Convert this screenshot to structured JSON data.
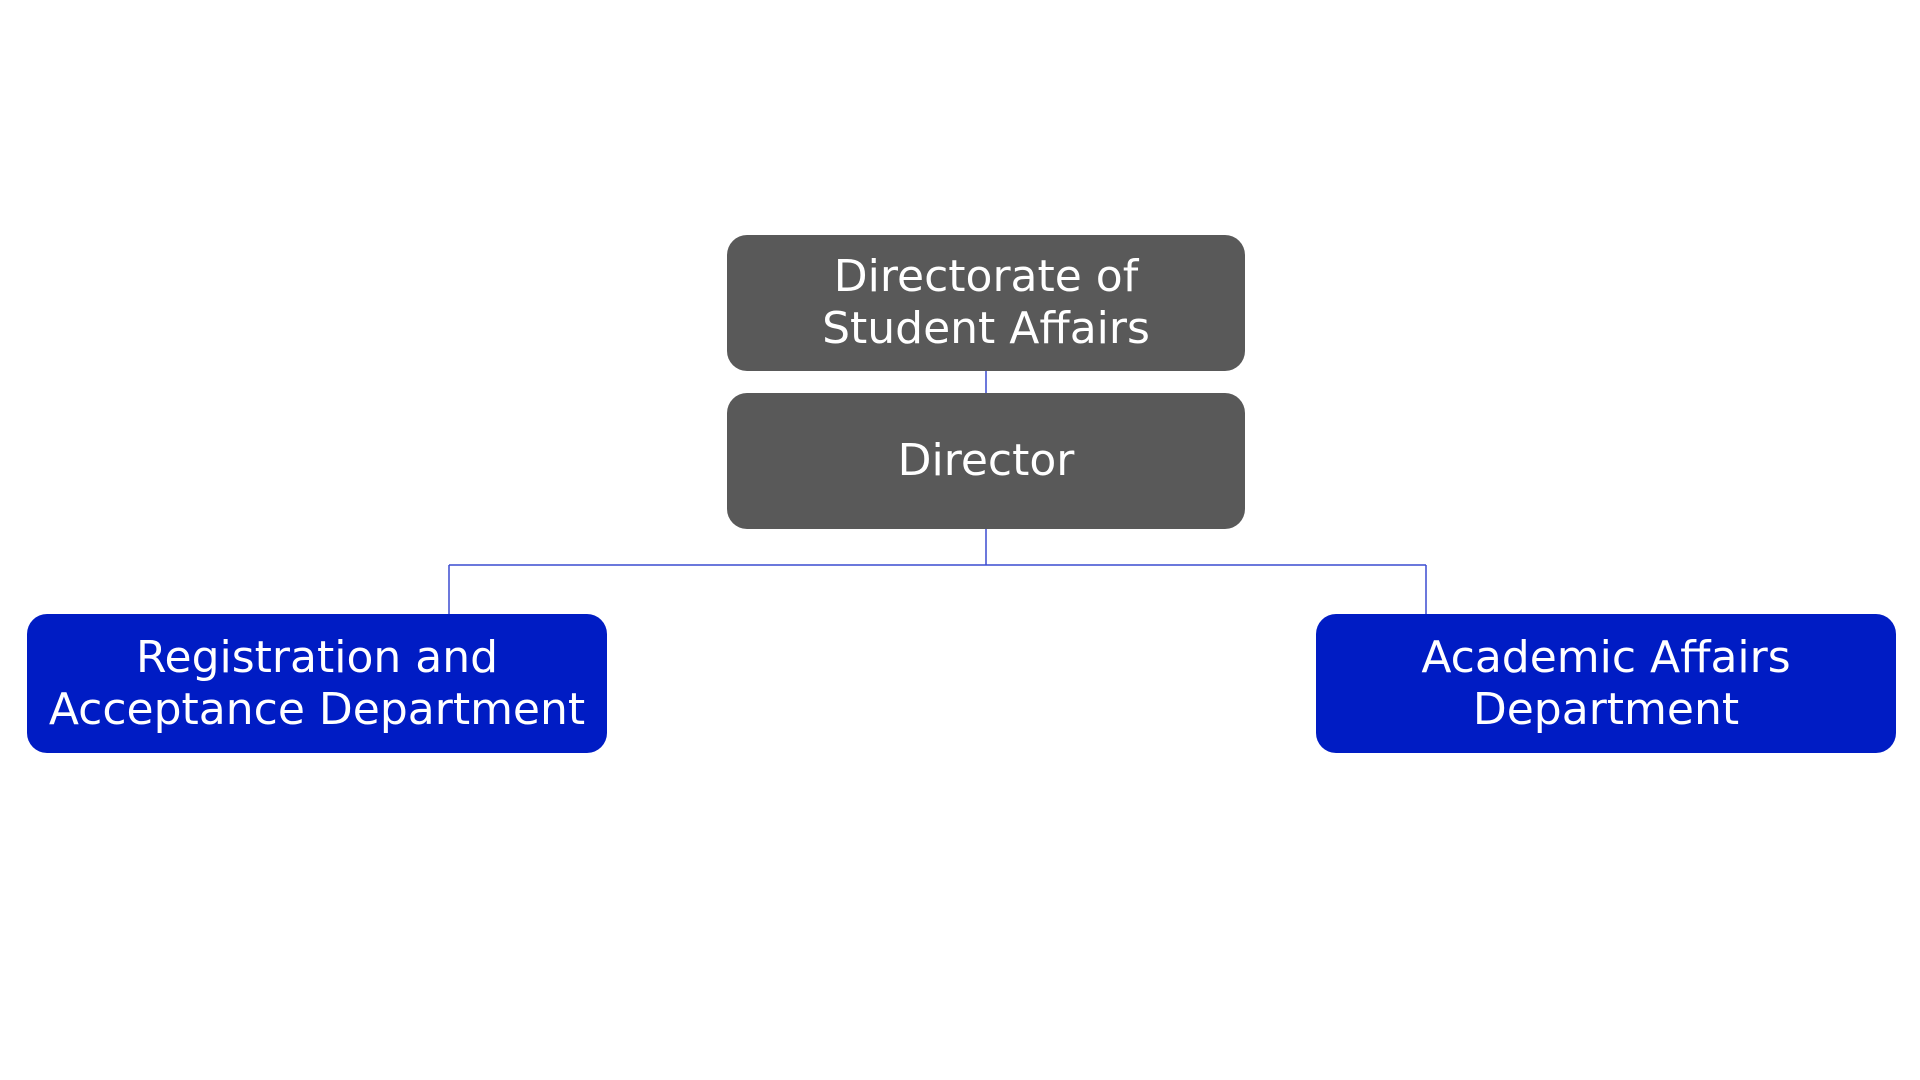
{
  "colors": {
    "top_level_box": "#595959",
    "department_box": "#001cc4",
    "connector_line": "#3a4bd0",
    "text": "#ffffff",
    "background": "#ffffff"
  },
  "org_chart": {
    "directorate": {
      "line1": "Directorate of",
      "line2": "Student Affairs"
    },
    "director": {
      "label": "Director"
    },
    "departments": [
      {
        "line1": "Registration and",
        "line2": "Acceptance Department"
      },
      {
        "line1": "Academic Affairs",
        "line2": "Department"
      }
    ]
  }
}
